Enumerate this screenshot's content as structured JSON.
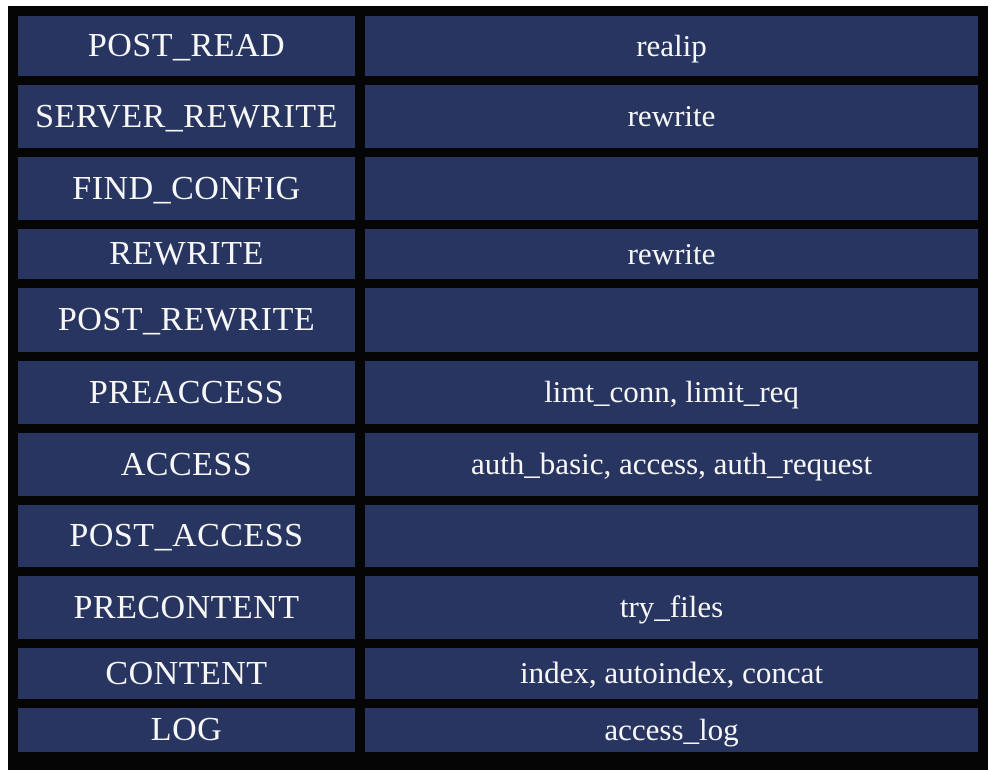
{
  "colors": {
    "page_bg": "#ffffff",
    "border_bg": "#050505",
    "cell_bg": "#273560",
    "text_color": "#f7f7f7"
  },
  "table": {
    "type": "table",
    "rows": [
      {
        "phase": "POST_READ",
        "modules": "realip"
      },
      {
        "phase": "SERVER_REWRITE",
        "modules": "rewrite"
      },
      {
        "phase": "FIND_CONFIG",
        "modules": ""
      },
      {
        "phase": "REWRITE",
        "modules": "rewrite"
      },
      {
        "phase": "POST_REWRITE",
        "modules": ""
      },
      {
        "phase": "PREACCESS",
        "modules": "limt_conn, limit_req"
      },
      {
        "phase": "ACCESS",
        "modules": "auth_basic, access, auth_request"
      },
      {
        "phase": "POST_ACCESS",
        "modules": ""
      },
      {
        "phase": "PRECONTENT",
        "modules": "try_files"
      },
      {
        "phase": "CONTENT",
        "modules": "index, autoindex, concat"
      },
      {
        "phase": "LOG",
        "modules": "access_log"
      }
    ]
  }
}
